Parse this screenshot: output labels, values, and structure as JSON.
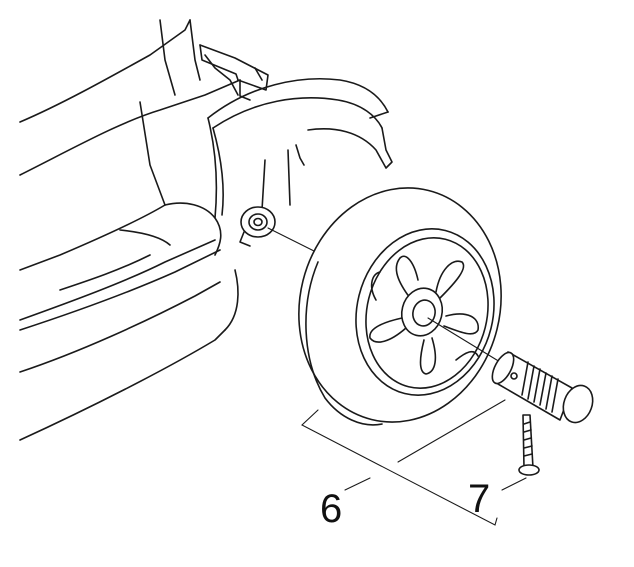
{
  "diagram": {
    "callouts": [
      {
        "id": "wheel",
        "number": "6"
      },
      {
        "id": "screw",
        "number": "7"
      }
    ]
  }
}
